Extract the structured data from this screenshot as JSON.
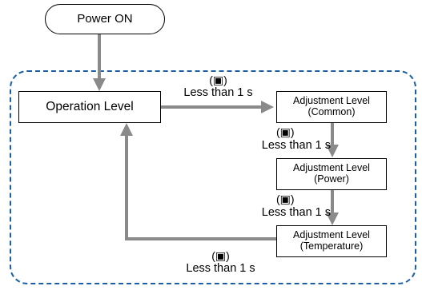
{
  "nodes": {
    "power_on": "Power ON",
    "operation_level": "Operation Level",
    "adjust_common": [
      "Adjustment Level",
      "(Common)"
    ],
    "adjust_power": [
      "Adjustment Level",
      "(Power)"
    ],
    "adjust_temperature": [
      "Adjustment Level",
      "(Temperature)"
    ]
  },
  "transitions": [
    {
      "key": "(▣)",
      "text": "Less than 1 s"
    },
    {
      "key": "(▣)",
      "text": "Less than 1 s"
    },
    {
      "key": "(▣)",
      "text": "Less than 1 s"
    },
    {
      "key": "(▣)",
      "text": "Less than 1 s"
    }
  ],
  "colors": {
    "group_border": "#1a5fa3",
    "arrow": "#8a8a8a"
  }
}
